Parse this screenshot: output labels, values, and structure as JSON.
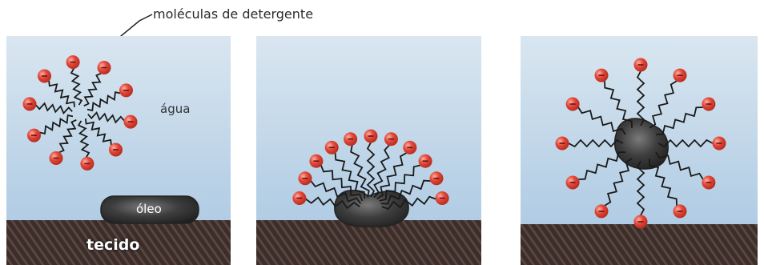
{
  "labels": {
    "detergent": "moléculas de detergente",
    "water": "água",
    "oil": "óleo",
    "fabric": "tecido"
  },
  "colors": {
    "head": "#e2483a",
    "oil": "#3d3d3d",
    "fabric": "#3e2f2a",
    "water_top": "#d7e4ef",
    "water_bottom": "#a9c7e2"
  },
  "panels": [
    {
      "id": "panel-1",
      "stage": "detergent micelle above oil on fabric"
    },
    {
      "id": "panel-2",
      "stage": "detergent tails attached to oil"
    },
    {
      "id": "panel-3",
      "stage": "oil enclosed and lifted from fabric"
    }
  ]
}
